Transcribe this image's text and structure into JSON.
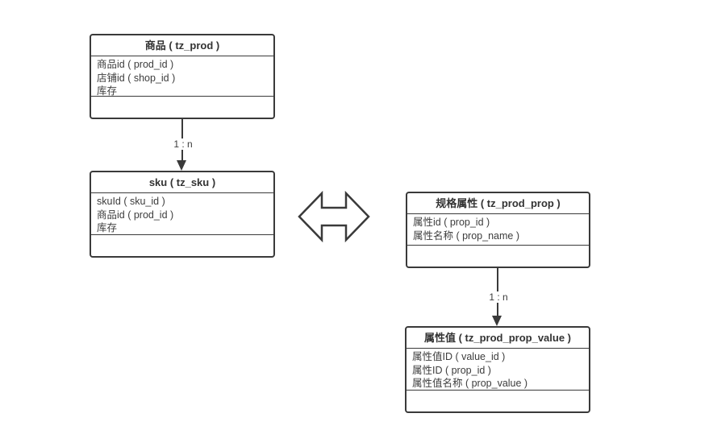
{
  "colors": {
    "line": "#3a3a3a",
    "text": "#3c3c3c",
    "background": "#ffffff"
  },
  "entities": {
    "prod": {
      "title": "商品 ( tz_prod )",
      "fields": [
        "商品id ( prod_id )",
        "店铺id ( shop_id )",
        "库存"
      ]
    },
    "sku": {
      "title": "sku ( tz_sku )",
      "fields": [
        "skuId ( sku_id )",
        "商品id ( prod_id )",
        "库存"
      ]
    },
    "prop": {
      "title": "规格属性 ( tz_prod_prop )",
      "fields": [
        "属性id ( prop_id )",
        "属性名称 ( prop_name )"
      ]
    },
    "prop_value": {
      "title": "属性值 ( tz_prod_prop_value )",
      "fields": [
        "属性值ID ( value_id )",
        "属性ID ( prop_id )",
        "属性值名称 ( prop_value )"
      ]
    }
  },
  "relations": {
    "prod_to_sku": {
      "label": "1 : n"
    },
    "prop_to_prop_value": {
      "label": "1 : n"
    }
  },
  "icons": {
    "sku_prop_link": "double-horizontal-arrow"
  }
}
